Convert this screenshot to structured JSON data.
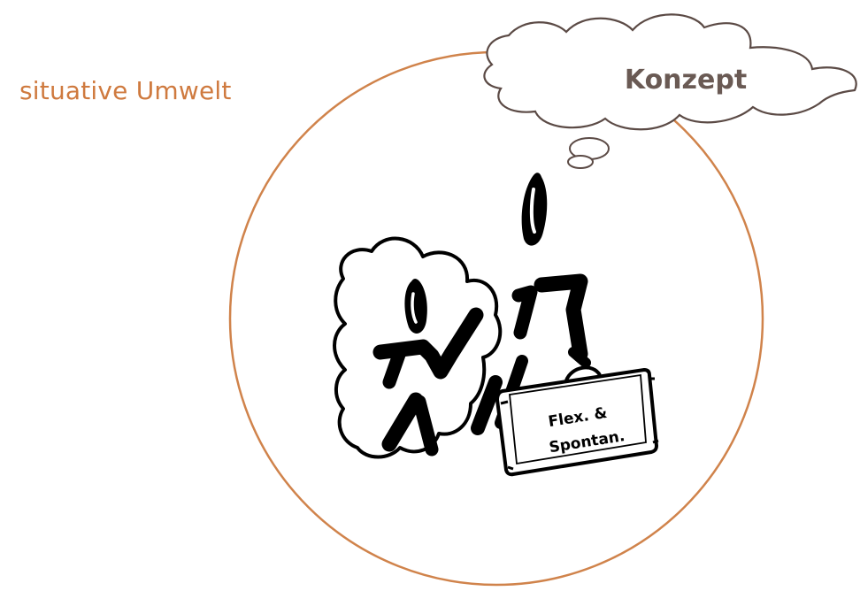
{
  "slide": {
    "environment_label": "situative Umwelt",
    "thought_bubble_text": "Konzept",
    "suitcase_text_line1": "Flex. &",
    "suitcase_text_line2": "Spontan."
  },
  "colors": {
    "circle_stroke": "#d0834b",
    "label": "#cf7a3f",
    "bubble_stroke": "#5b4a45",
    "bubble_text": "#6a5a54",
    "ink": "#000000"
  },
  "icons": {
    "figures": "stick-figures-icon",
    "suitcase": "suitcase-icon",
    "thought": "thought-cloud-icon"
  }
}
